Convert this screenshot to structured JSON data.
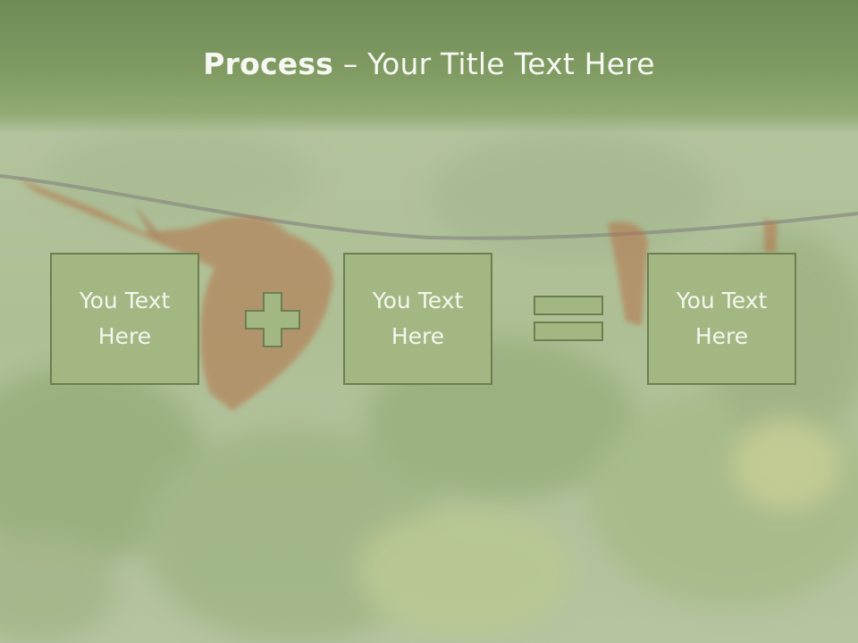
{
  "slide": {
    "title_bold": "Process",
    "title_rest": " – Your Title Text Here",
    "boxes": [
      {
        "line1": "You Text",
        "line2": "Here"
      },
      {
        "line1": "You Text",
        "line2": "Here"
      },
      {
        "line1": "You Text",
        "line2": "Here"
      }
    ],
    "operators": [
      "plus-icon",
      "equals-icon"
    ]
  },
  "colors": {
    "header": "#7a9660",
    "box_fill": "#a3b783",
    "box_border": "#6b8050",
    "text": "#f4f6ee"
  }
}
